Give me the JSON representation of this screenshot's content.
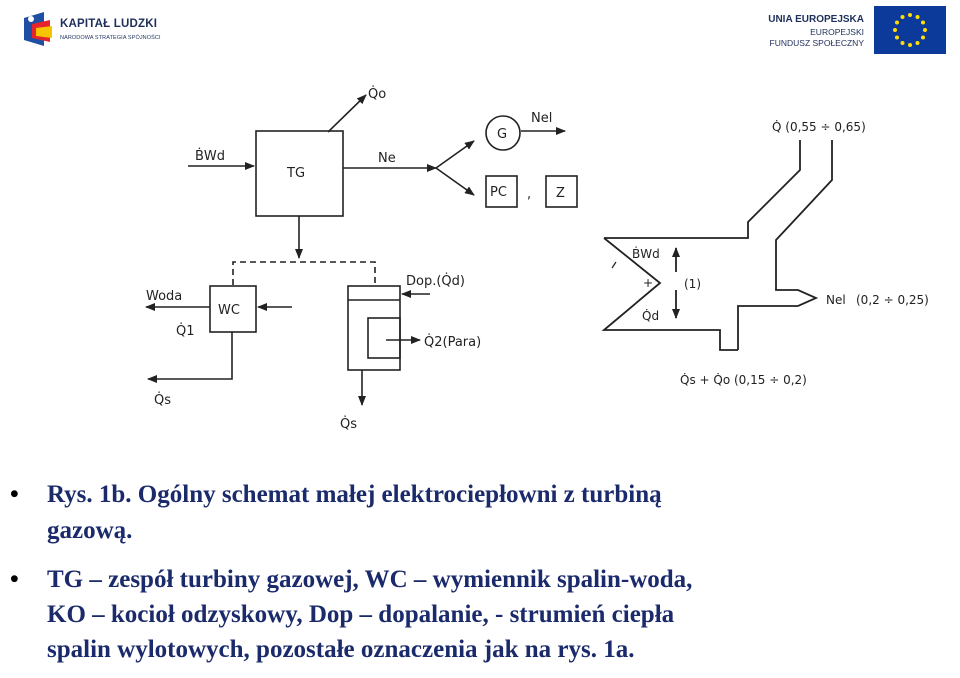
{
  "header": {
    "left_logo": {
      "title": "KAPITAŁ LUDZKI",
      "subtitle": "NARODOWA STRATEGIA SPÓJNOŚCI",
      "icon": "kapital-ludzki-logo"
    },
    "right_logo": {
      "line1": "UNIA EUROPEJSKA",
      "line2": "EUROPEJSKI",
      "line3": "FUNDUSZ SPOŁECZNY",
      "icon": "eu-flag"
    }
  },
  "colors": {
    "caption": "#1a2a6b",
    "logo_text": "#1e2f5c",
    "eu_blue": "#0b3a9a",
    "eu_star": "#ffdd00"
  },
  "diagram": {
    "q0": "Q̇o",
    "bwd": "ḂWd",
    "tg": "TG",
    "ne": "Ne",
    "g": "G",
    "nel": "Nel",
    "pc": "PC",
    "comma": ",",
    "z": "Z",
    "woda": "Woda",
    "wc": "WC",
    "dop": "Dop.(Q̇d)",
    "q1": "Q̇1",
    "q2": "Q̇2(Para)",
    "qs_left": "Q̇s",
    "qs_bottom": "Q̇s",
    "flow_q": "Q̇ (0,55 ÷ 0,65)",
    "flow_bwd": "ḂWd",
    "flow_plus": "+",
    "flow_qd": "Q̇d",
    "flow_1": "(1)",
    "flow_nel": "Nel",
    "flow_nel_val": "(0,2 ÷ 0,25)",
    "flow_loss": "Q̇s + Q̇o (0,15 ÷ 0,2)"
  },
  "caption": {
    "bullet": "•",
    "line1": "Rys. 1b. Ogólny schemat małej elektrociepłowni z turbiną",
    "line2": "gazową.",
    "bullet2": "•",
    "line3": "TG – zespół turbiny gazowej, WC – wymiennik spalin-woda,",
    "line4": "KO – kocioł odzyskowy, Dop – dopalanie, - strumień ciepła",
    "line5": "spalin wylotowych, pozostałe oznaczenia jak na rys. 1a."
  }
}
